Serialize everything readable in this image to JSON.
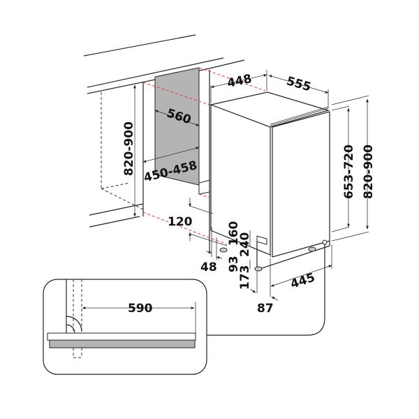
{
  "diagram": {
    "type": "technical-dimension-drawing",
    "subject": "built-in dishwasher installation dimensions",
    "units": "mm",
    "colors": {
      "line": "#222222",
      "niche_fill": "#b4b4b4",
      "plinth_fill": "#b4b4b4",
      "guide_dashes": "#e03a3a",
      "background": "#ffffff"
    },
    "dimensions": {
      "niche_depth": "560",
      "niche_width": "450-458",
      "niche_height": "820-900",
      "appliance_width": "448",
      "appliance_depth": "555",
      "door_height": "653-720",
      "total_height": "820-900",
      "plinth_gap": "120",
      "foot_offset": "48",
      "plinth_min": "93",
      "plinth_max": "173",
      "plinth_low": "160",
      "plinth_high": "240",
      "foot_depth": "445",
      "door_offset": "87",
      "door_clearance": "590"
    }
  }
}
